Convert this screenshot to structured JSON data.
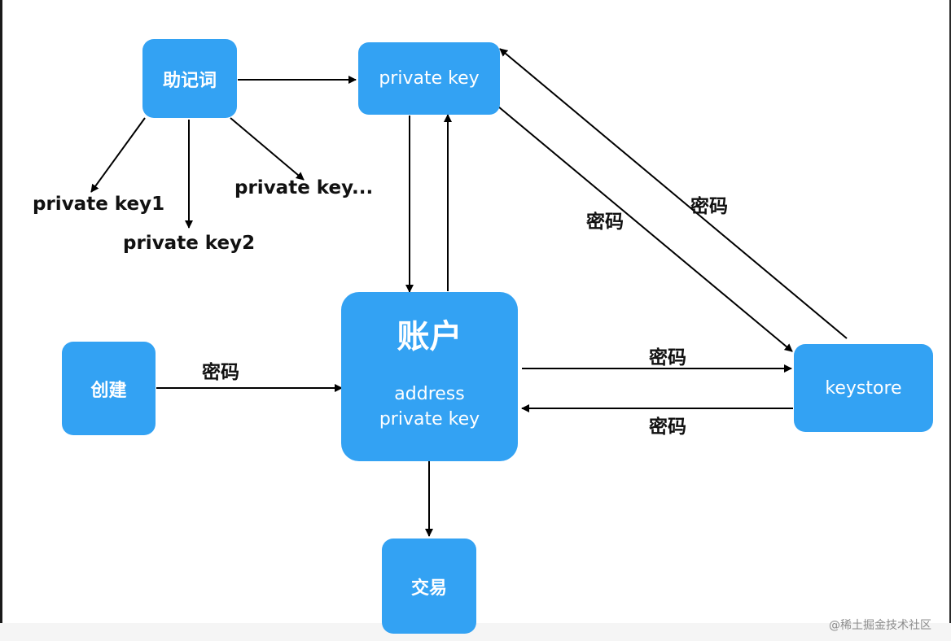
{
  "nodes": {
    "mnemonic": "助记词",
    "private_key": "private key",
    "account": {
      "title": "账户",
      "line1": "address",
      "line2": "private key"
    },
    "create": "创建",
    "keystore": "keystore",
    "transaction": "交易"
  },
  "labels": {
    "pk1": "private key1",
    "pk2": "private key2",
    "pk_more": "private key...",
    "pwd_create": "密码",
    "pwd_to_keystore": "密码",
    "pwd_from_keystore": "密码",
    "pwd_diag_down": "密码",
    "pwd_diag_up": "密码"
  },
  "watermark": "@稀土掘金技术社区",
  "colors": {
    "node_fill": "#33a2f3",
    "arrow": "#000000"
  }
}
